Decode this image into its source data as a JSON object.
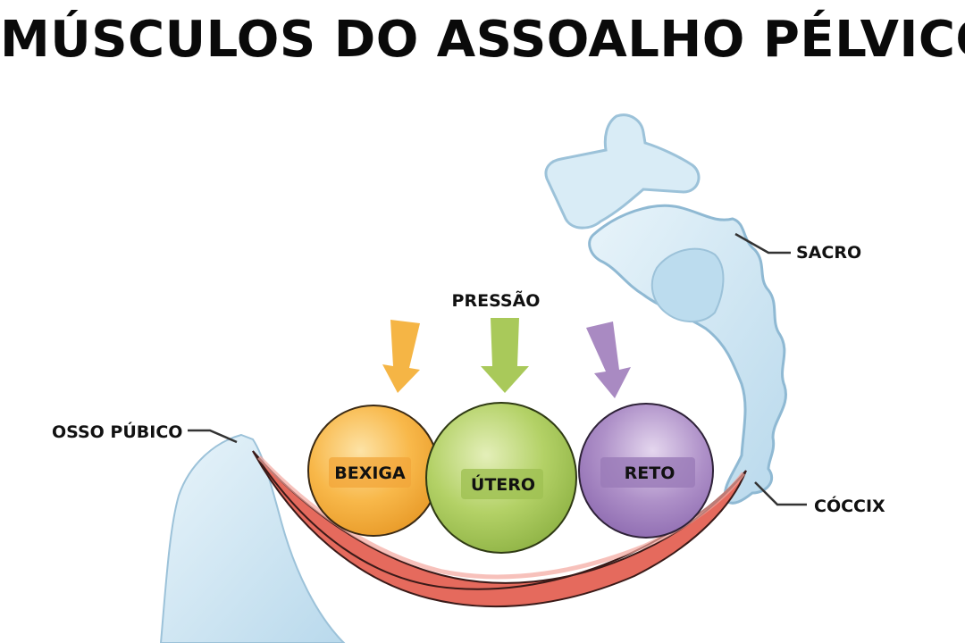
{
  "title": "MÚSCULOS DO ASSOALHO PÉLVICO",
  "labels": {
    "pressure": "PRESSÃO",
    "sacrum": "SACRO",
    "pubic_bone": "OSSO PÚBICO",
    "coccyx": "CÓCCIX"
  },
  "organs": {
    "bladder": "BEXIGA",
    "uterus": "ÚTERO",
    "rectum": "RETO"
  },
  "colors": {
    "bone": "#cfe6f3",
    "bone_outline": "#8fb9d3",
    "bladder": "#f7b543",
    "uterus": "#a9c95a",
    "rectum": "#a98ac2",
    "muscle": "#e06a5e",
    "arrow_orange": "#f5b545",
    "arrow_green": "#a9c95a",
    "arrow_purple": "#a98ac2"
  },
  "icons": [
    "arrow-down-icon"
  ]
}
